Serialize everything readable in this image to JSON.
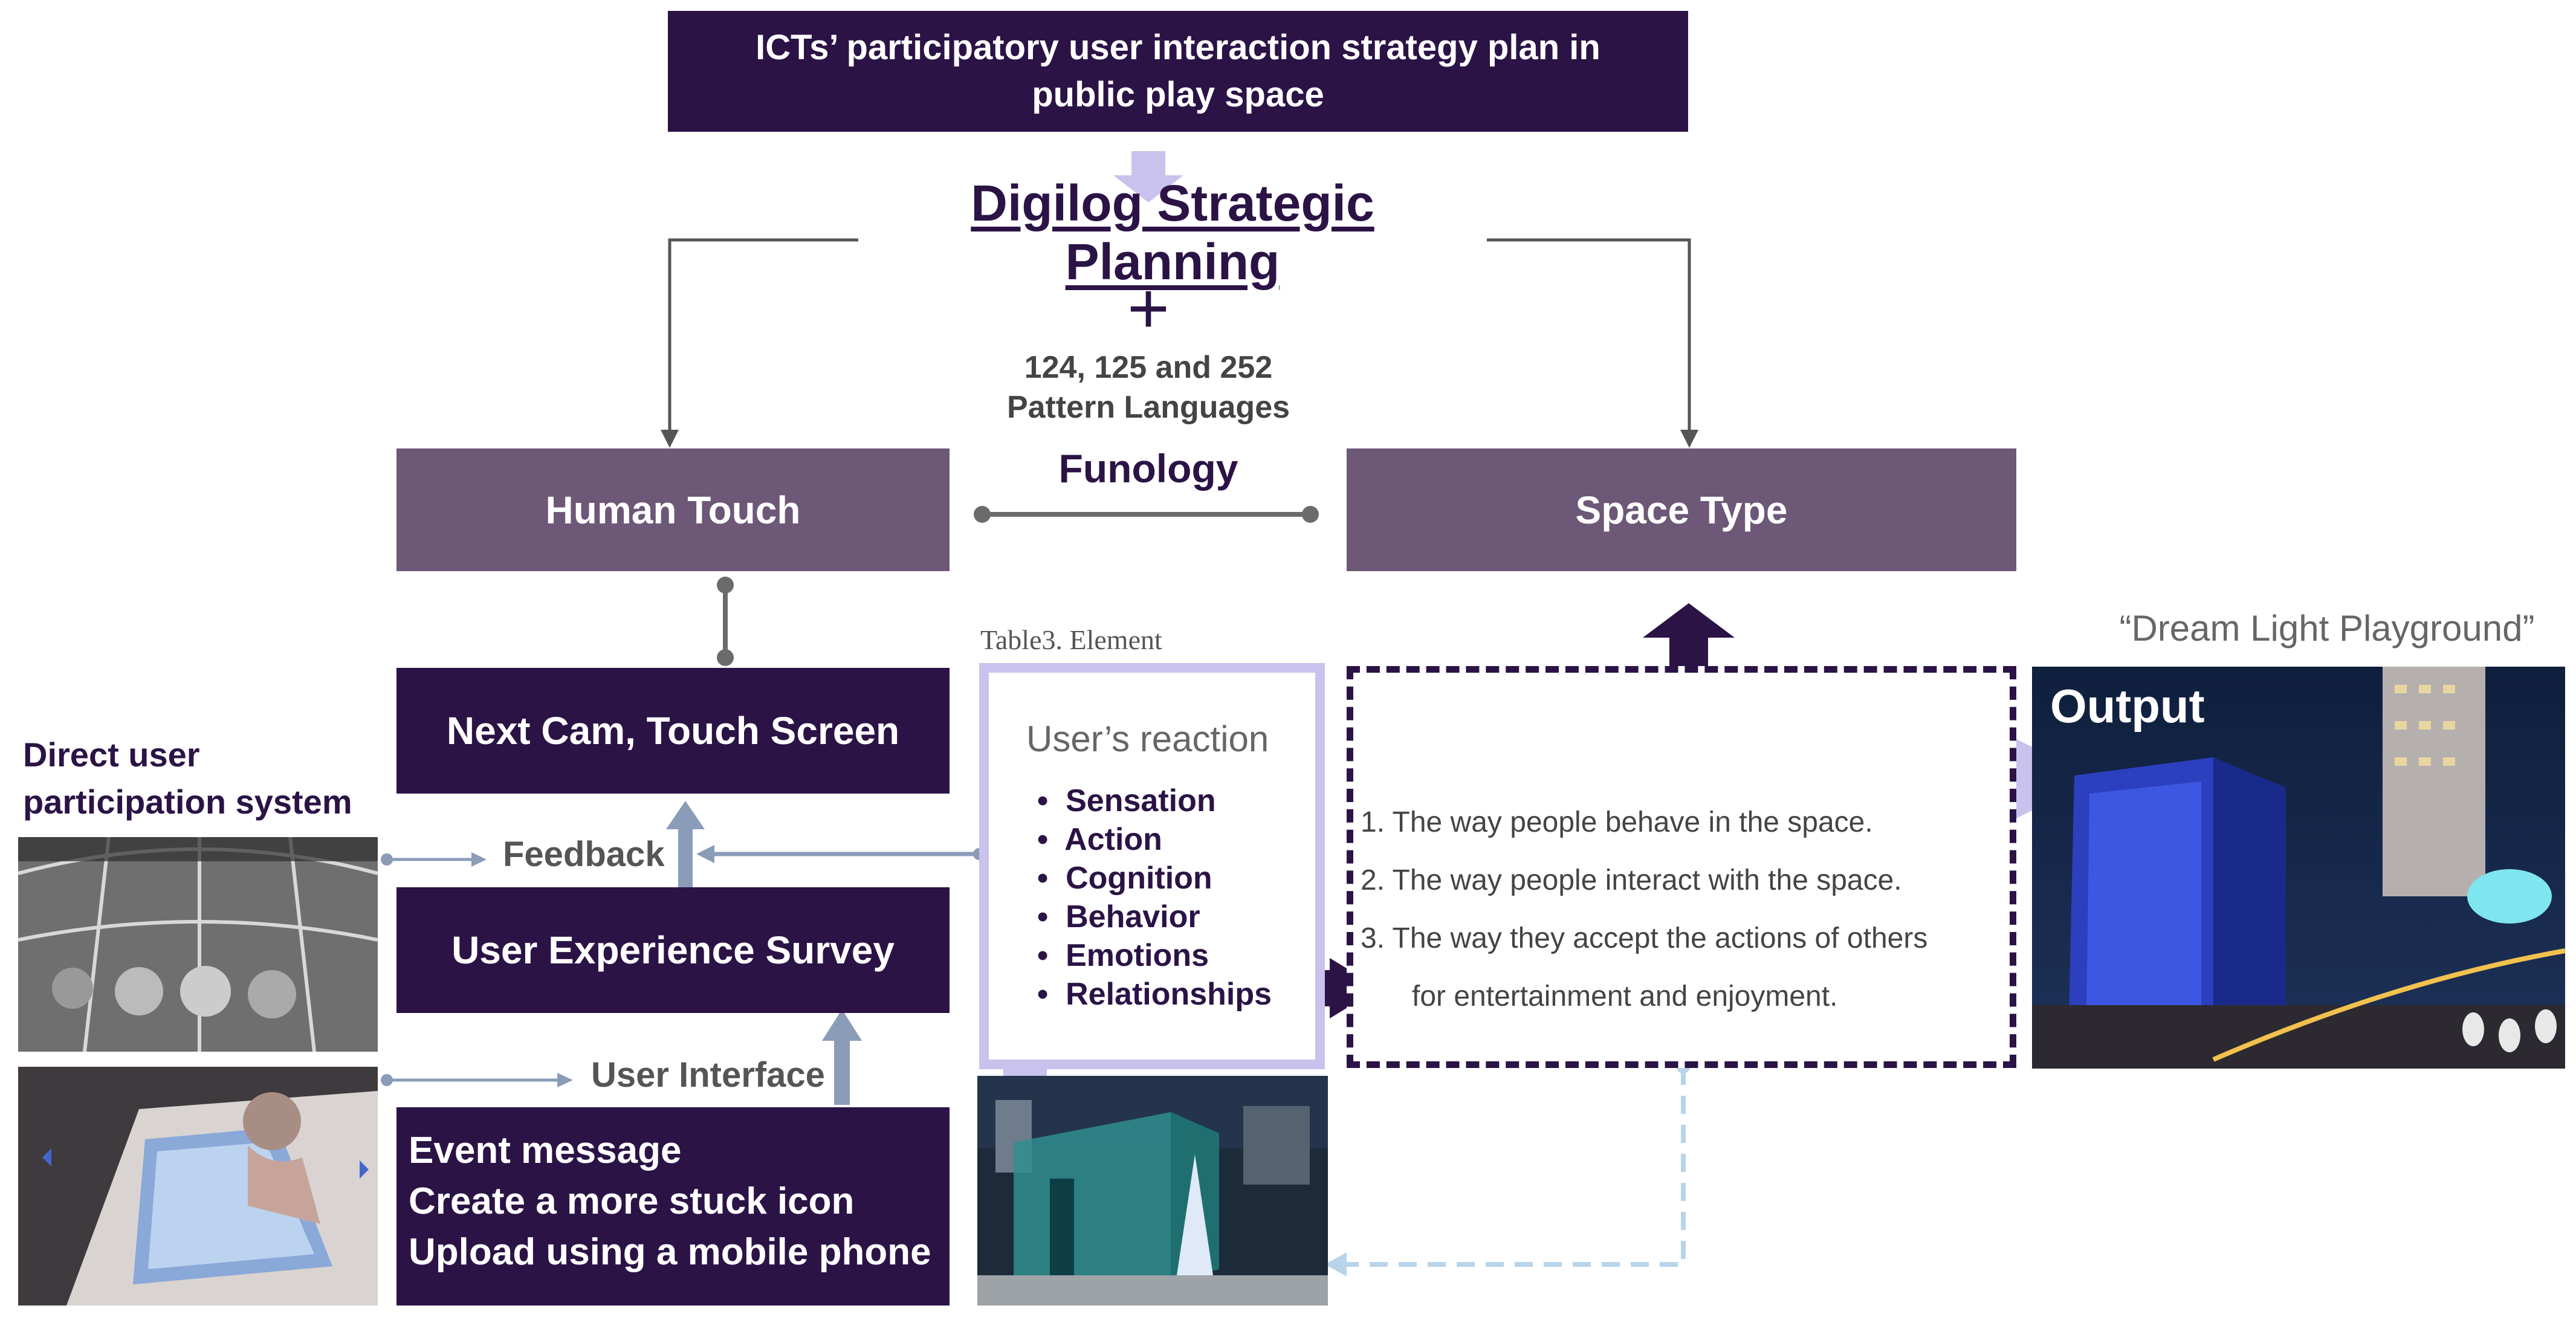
{
  "top_box": "ICTs’ participatory user interaction strategy plan in public play space",
  "digilog": "Digilog Strategic Planning",
  "plus": "+",
  "pattern_line1": "124, 125 and 252",
  "pattern_line2": "Pattern Languages",
  "funology": "Funology",
  "human_touch": "Human Touch",
  "space_type": "Space Type",
  "next_cam": "Next Cam, Touch Screen",
  "ux_survey": "User Experience Survey",
  "event_lines": [
    "Event message",
    "Create a more stuck icon",
    "Upload using a mobile phone"
  ],
  "direct_user": "Direct user participation system",
  "feedback": "Feedback",
  "user_interface": "User Interface",
  "table_caption": "Table3. Element",
  "reaction_title": "User’s reaction",
  "reaction_items": [
    "Sensation",
    "Action",
    "Cognition",
    "Behavior",
    "Emotions",
    "Relationships"
  ],
  "behaviour_items": [
    "1.  The way people behave in the space.",
    "2.  The way people interact with the space.",
    "3.  The way they accept the actions of others",
    "for entertainment and enjoyment."
  ],
  "dream_title": "“Dream Light Playground”",
  "output": "Output",
  "colors": {
    "dark_purple": "#2b1346",
    "mid_purple": "#6d5878",
    "light_lavender": "#c9c2ec",
    "arrow_blue": "#8a9cb8"
  }
}
